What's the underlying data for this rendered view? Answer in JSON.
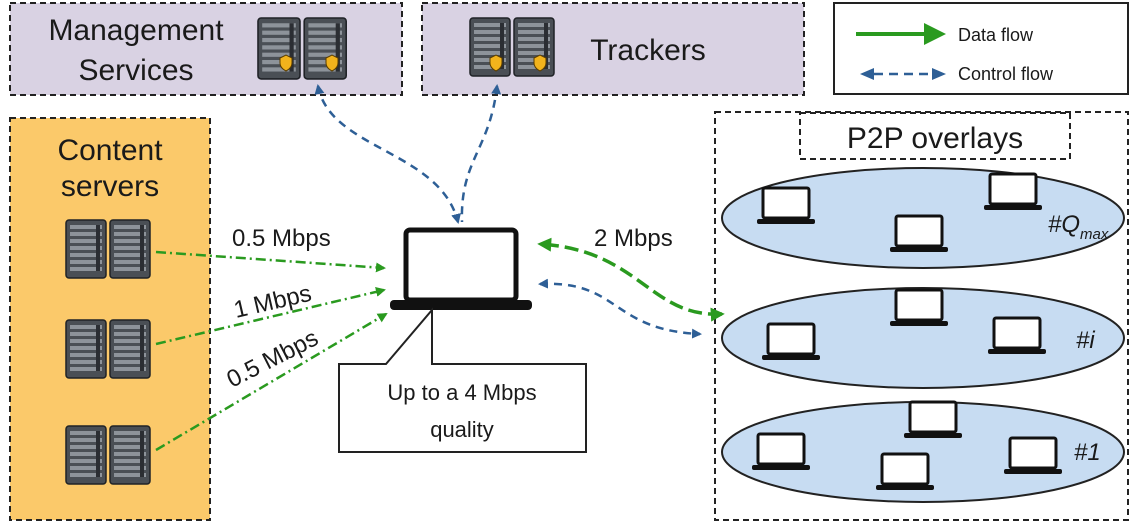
{
  "boxes": {
    "management": {
      "line1": "Management",
      "line2": "Services"
    },
    "trackers": {
      "label": "Trackers"
    },
    "content": {
      "line1": "Content",
      "line2": "servers"
    },
    "p2p": {
      "label": "P2P overlays"
    }
  },
  "legend": {
    "data_flow": "Data flow",
    "control_flow": "Control flow"
  },
  "links": {
    "server1": "0.5 Mbps",
    "server2": "1 Mbps",
    "server3": "0.5 Mbps",
    "p2p": "2 Mbps"
  },
  "callout": {
    "line1": "Up to a 4 Mbps",
    "line2": "quality"
  },
  "overlays": {
    "top": {
      "prefix": "#Q",
      "sub": "max"
    },
    "middle": {
      "label": "#i"
    },
    "bottom": {
      "label": "#1"
    }
  },
  "colors": {
    "box_purple": "#d9d2e3",
    "box_orange": "#fbc96a",
    "ellipse": "#c7dcf2",
    "data_flow": "#2a9a1f",
    "control_flow": "#2e5f96"
  }
}
